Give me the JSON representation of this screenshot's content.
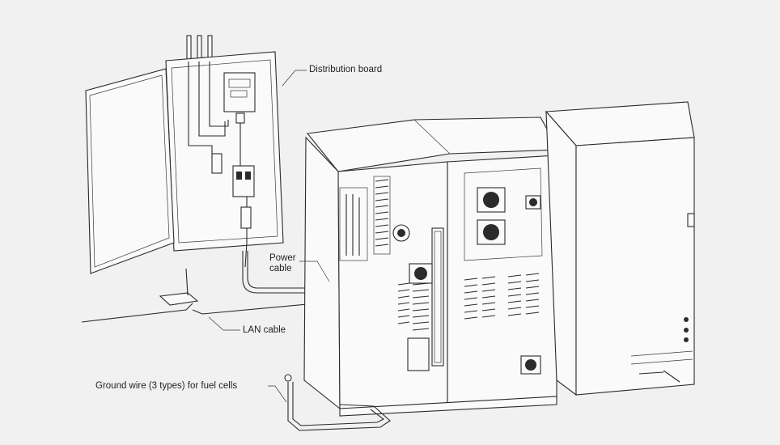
{
  "labels": {
    "distribution_board": "Distribution board",
    "power_cable_line1": "Power",
    "power_cable_line2": "cable",
    "lan_cable": "LAN cable",
    "ground_wire": "Ground wire (3 types) for fuel cells"
  },
  "colors": {
    "background": "#f1f1f2",
    "line": "#2a2a2a"
  }
}
